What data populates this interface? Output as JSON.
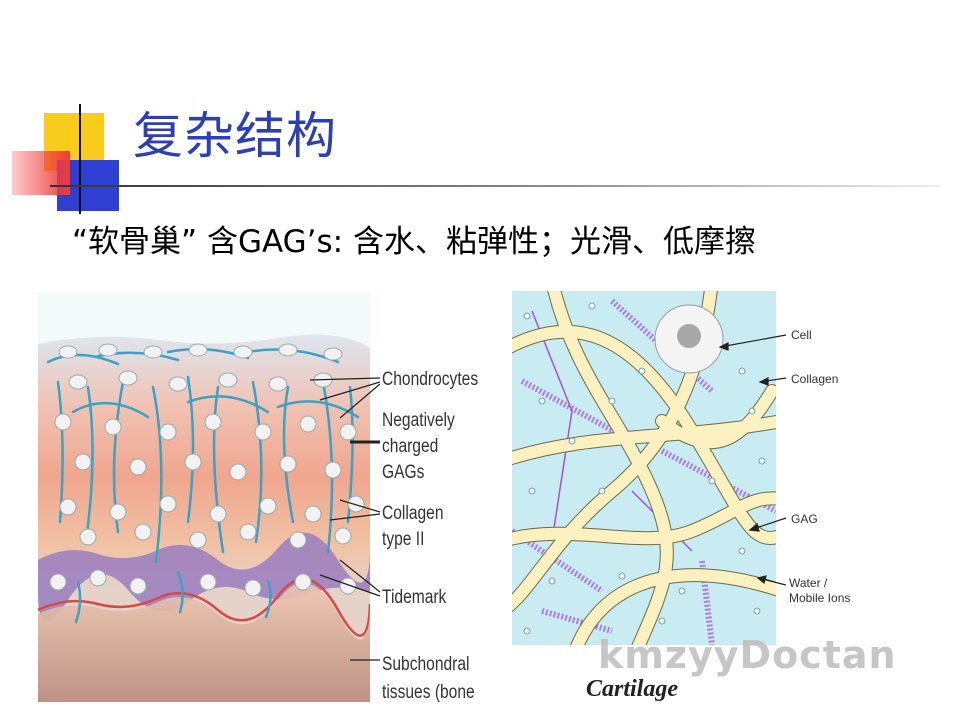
{
  "title": "复杂结构",
  "subtitle": "“软骨巢” 含GAG’s: 含水、粘弹性；光滑、低摩擦",
  "left_figure": {
    "labels": [
      "Chondrocytes",
      "Negatively",
      "charged",
      "GAGs",
      "Collagen",
      "type II",
      "Tidemark",
      "Subchondral",
      "tissues (bone"
    ]
  },
  "right_figure": {
    "labels": [
      "Cell",
      "Collagen",
      "GAG",
      "Water /",
      "Mobile Ions"
    ],
    "caption": "Cartilage"
  },
  "watermark": "kmzyyDoctan",
  "colors": {
    "title": "#2c3fb5",
    "deco_yellow": "#f7cc1a",
    "deco_blue": "#2e3fd1",
    "deco_red": "#f03c3c",
    "collagen": "#fbf0c0",
    "gag": "#9b3fd0",
    "water": "#c9ebf2"
  }
}
